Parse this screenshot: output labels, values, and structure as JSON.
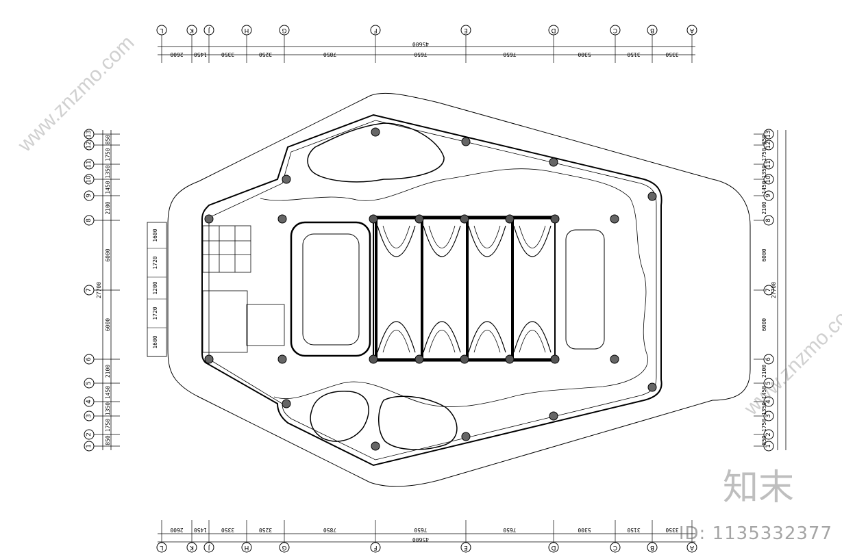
{
  "plan": {
    "overall_dimension": "45600",
    "side_dimension": "27700",
    "top_grid": [
      "L",
      "K",
      "J",
      "H",
      "G",
      "F",
      "E",
      "D",
      "C",
      "B",
      "A"
    ],
    "top_dims": [
      "2600",
      "1450",
      "3350",
      "3250",
      "7850",
      "7650",
      "7650",
      "5300",
      "3150",
      "3350"
    ],
    "side_grid": [
      "13",
      "12",
      "11",
      "10",
      "9",
      "8",
      "7",
      "6",
      "5",
      "4",
      "3",
      "2",
      "1"
    ],
    "side_dims": [
      "850",
      "1750",
      "1350",
      "1450",
      "2100",
      "6000",
      "6000",
      "2100",
      "1450",
      "1350",
      "1750",
      "850"
    ],
    "stair_dims": [
      "1600",
      "1720",
      "1200",
      "1720",
      "1600"
    ]
  },
  "watermark": {
    "site": "www.znzmo.com",
    "logo_text": "知末",
    "id_text": "ID: 1135332377"
  }
}
